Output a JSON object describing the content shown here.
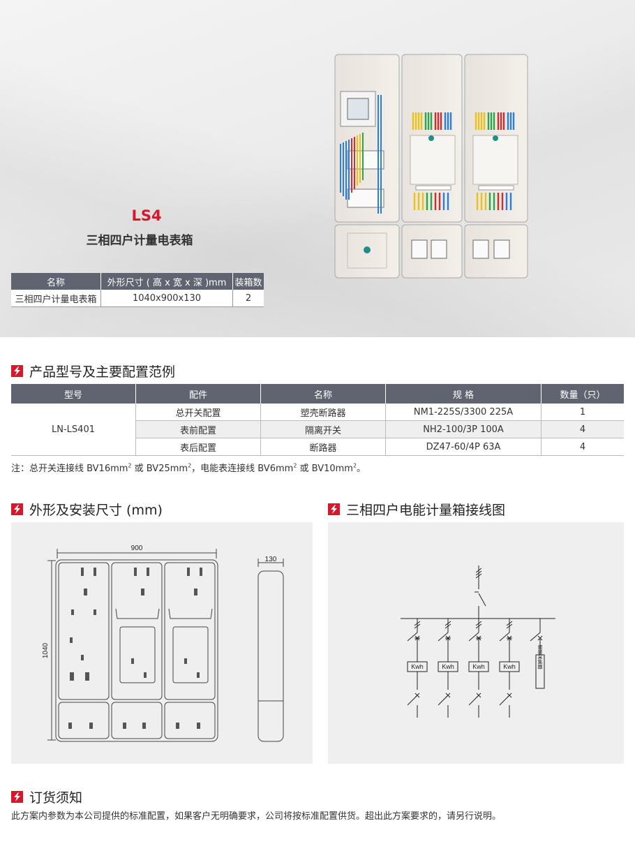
{
  "hero": {
    "model": "LS4",
    "product_name": "三相四户计量电表箱",
    "spec_table": {
      "headers": [
        "名称",
        "外形尺寸 ( 高 x 宽 x 深 )mm",
        "装箱数"
      ],
      "rows": [
        [
          "三相四户计量电表箱",
          "1040x900x130",
          "2"
        ]
      ]
    }
  },
  "config": {
    "title": "产品型号及主要配置范例",
    "headers": [
      "型号",
      "配件",
      "名称",
      "规 格",
      "数量（只）"
    ],
    "model": "LN-LS401",
    "rows": [
      {
        "part": "总开关配置",
        "name": "塑壳断路器",
        "spec": "NM1-225S/3300  225A",
        "qty": "1"
      },
      {
        "part": "表前配置",
        "name": "隔离开关",
        "spec": "NH2-100/3P  100A",
        "qty": "4"
      },
      {
        "part": "表后配置",
        "name": "断路器",
        "spec": "DZ47-60/4P  63A",
        "qty": "4"
      }
    ],
    "note": {
      "prefix": "注：总开关连接线 BV16mm",
      "p2": " 或 BV25mm",
      "p3": "，电能表连接线 BV6mm",
      "p4": " 或 BV10mm",
      "p5": "。",
      "sup": "2"
    }
  },
  "dimensions": {
    "title": "外形及安装尺寸 (mm)",
    "width_label": "900",
    "height_label": "1040",
    "depth_label": "130"
  },
  "wiring": {
    "title": "三相四户电能计量箱接线图",
    "meter_label": "Kwh",
    "collector_label": "留装采集器"
  },
  "order": {
    "title": "订货须知",
    "text": "此方案内参数为本公司提供的标准配置，如果客户无明确要求，公司将按标准配置供货。超出此方案要求的，请另行说明。"
  },
  "colors": {
    "accent": "#d7172b",
    "header": "#5f6470"
  }
}
